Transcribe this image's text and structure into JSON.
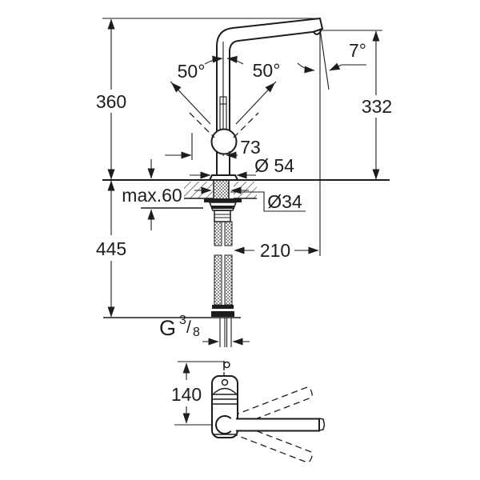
{
  "drawing": {
    "labels": {
      "height_above_counter": "360",
      "outlet_height": "332",
      "swivel_left": "50°",
      "swivel_right": "50°",
      "spout_tilt": "7°",
      "lever_reach": "73",
      "base_diameter": "Ø 54",
      "max_counter_thickness": "max.60",
      "hole_diameter": "Ø34",
      "total_height": "445",
      "spout_reach": "210",
      "top_view_depth": "140",
      "thread_prefix": "G",
      "thread_numerator": "3",
      "thread_slash": "/",
      "thread_denominator": "8"
    },
    "colors": {
      "line": "#1d1d1d",
      "background": "#ffffff"
    }
  }
}
